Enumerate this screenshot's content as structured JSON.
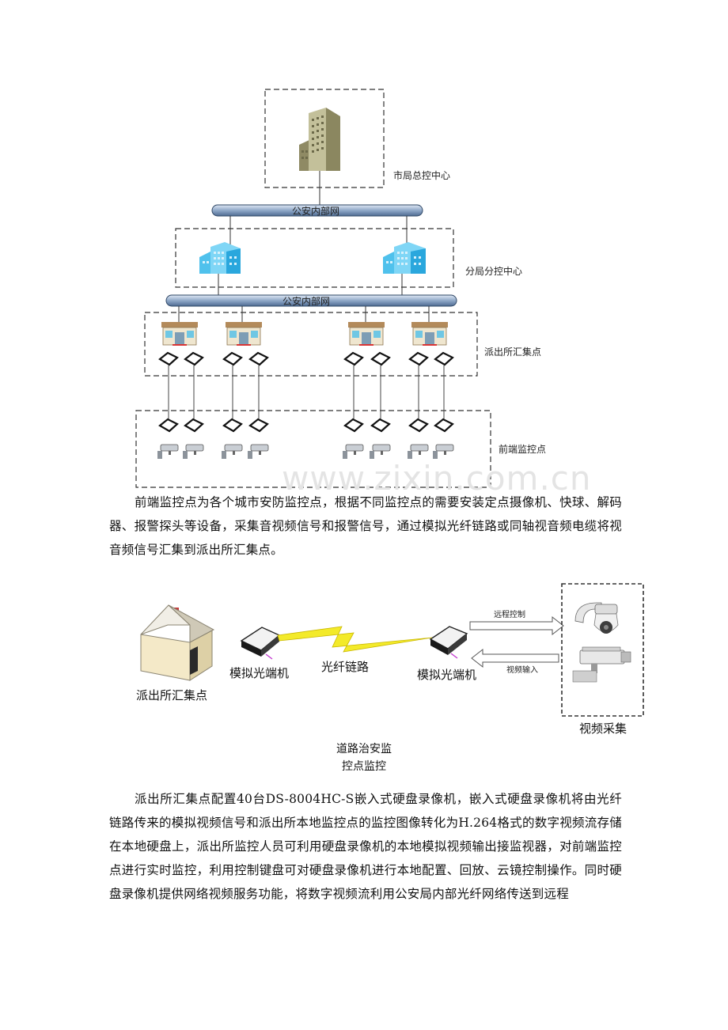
{
  "diagram1": {
    "city_center": "市局总控中心",
    "network_upper": "公安内部网",
    "branch_center": "分局分控中心",
    "network_lower": "公安内部网",
    "station_point": "派出所汇集点",
    "frontend_point": "前端监控点"
  },
  "watermark": "www.zixin.com.cn",
  "paragraph1": "前端监控点为各个城市安防监控点，根据不同监控点的需要安装定点摄像机、快球、解码器、报警探头等设备，采集音视频信号和报警信号，通过模拟光纤链路或同轴视音频电缆将视音频信号汇集到派出所汇集点。",
  "diagram2": {
    "house_label": "派出所汇集点",
    "left_device": "模拟光端机",
    "link_label": "光纤链路",
    "right_device": "模拟光端机",
    "remote_control": "远程控制",
    "video_input": "视频输入",
    "video_capture": "视频采集",
    "caption_line1": "道路治安监",
    "caption_line2": "控点监控"
  },
  "paragraph2": "派出所汇集点配置40台DS-8004HC-S嵌入式硬盘录像机，嵌入式硬盘录像机将由光纤链路传来的模拟视频信号和派出所本地监控点的监控图像转化为H.264格式的数字视频流存储在本地硬盘上，派出所监控人员可利用硬盘录像机的本地模拟视频输出接监视器，对前端监控点进行实时监控，利用控制键盘可对硬盘录像机进行本地配置、回放、云镜控制操作。同时硬盘录像机提供网络视频服务功能，将数字视频流利用公安局内部光纤网络传送到远程"
}
